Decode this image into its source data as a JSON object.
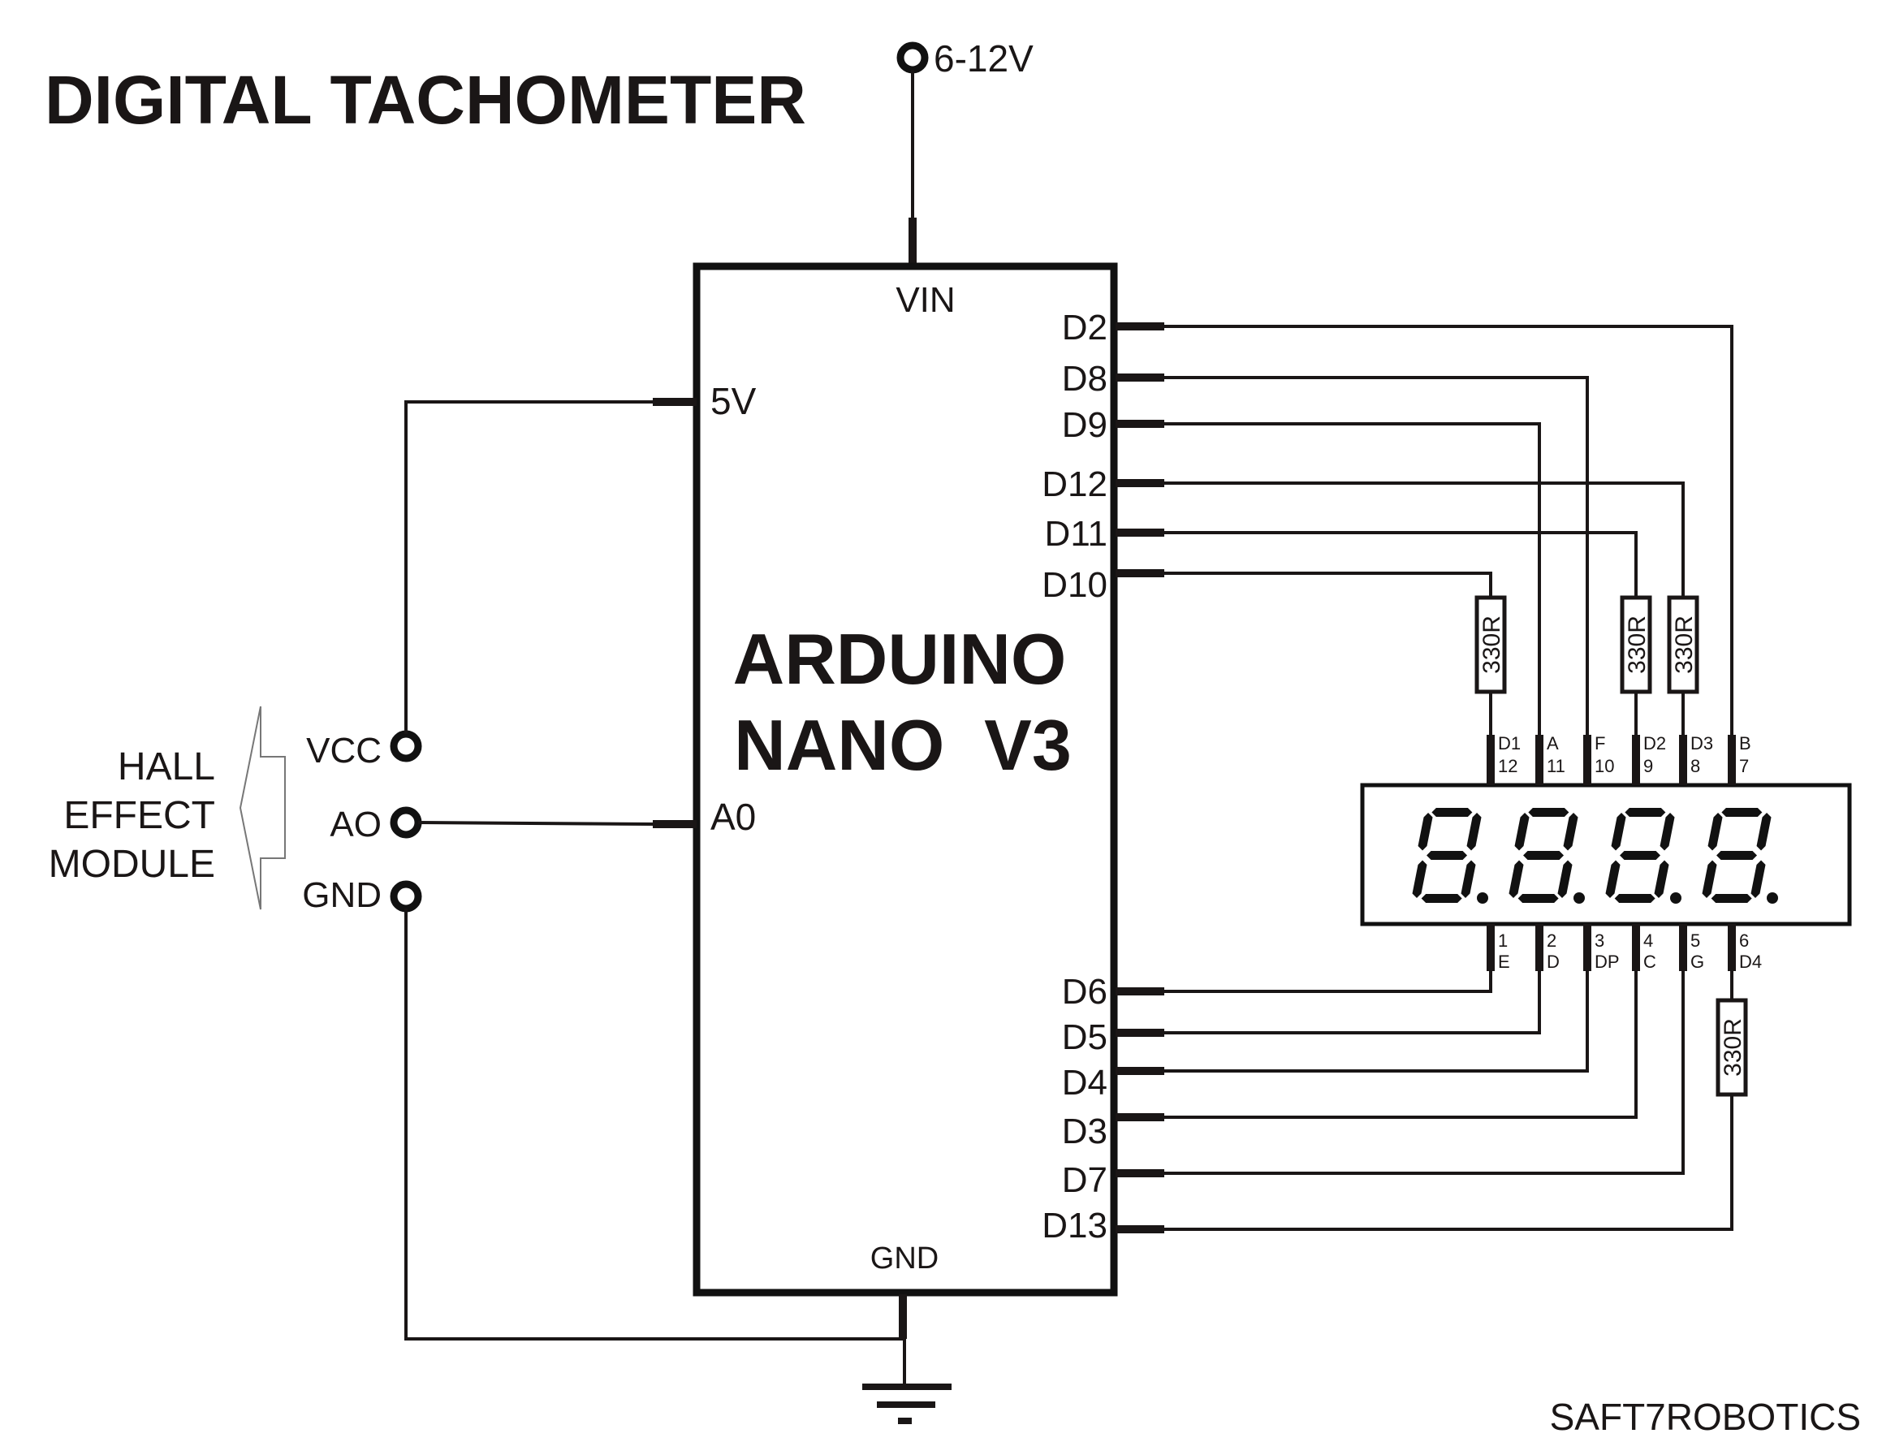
{
  "title": "DIGITAL TACHOMETER",
  "credit": "SAFT7ROBOTICS",
  "power_input": {
    "label": "6-12V"
  },
  "arduino": {
    "name_line1": "ARDUINO",
    "name_line2": "NANO  V3",
    "pins": {
      "vin": "VIN",
      "v5": "5V",
      "a0": "A0",
      "gnd": "GND",
      "right_top": [
        "D2",
        "D8",
        "D9",
        "D12",
        "D11",
        "D10"
      ],
      "right_bottom": [
        "D6",
        "D5",
        "D4",
        "D3",
        "D7",
        "D13"
      ]
    }
  },
  "hall_module": {
    "label_lines": [
      "HALL",
      "EFFECT",
      "MODULE"
    ],
    "pins": [
      "VCC",
      "AO",
      "GND"
    ]
  },
  "display": {
    "digits": 4,
    "top_pins": [
      {
        "name": "D1",
        "num": "12"
      },
      {
        "name": "A",
        "num": "11"
      },
      {
        "name": "F",
        "num": "10"
      },
      {
        "name": "D2",
        "num": "9"
      },
      {
        "name": "D3",
        "num": "8"
      },
      {
        "name": "B",
        "num": "7"
      }
    ],
    "bottom_pins": [
      {
        "num": "1",
        "name": "E"
      },
      {
        "num": "2",
        "name": "D"
      },
      {
        "num": "3",
        "name": "DP"
      },
      {
        "num": "4",
        "name": "C"
      },
      {
        "num": "5",
        "name": "G"
      },
      {
        "num": "6",
        "name": "D4"
      }
    ]
  },
  "resistors": [
    {
      "value": "330R",
      "between": [
        "D10",
        "D1"
      ]
    },
    {
      "value": "330R",
      "between": [
        "D11",
        "D2"
      ]
    },
    {
      "value": "330R",
      "between": [
        "D12",
        "D3"
      ]
    },
    {
      "value": "330R",
      "between": [
        "D13",
        "D4"
      ]
    }
  ],
  "connections": [
    [
      "D2",
      "B"
    ],
    [
      "D8",
      "F"
    ],
    [
      "D9",
      "A"
    ],
    [
      "D12",
      "D3"
    ],
    [
      "D11",
      "D2"
    ],
    [
      "D10",
      "D1"
    ],
    [
      "D6",
      "E"
    ],
    [
      "D5",
      "D"
    ],
    [
      "D4",
      "DP"
    ],
    [
      "D3",
      "C"
    ],
    [
      "D7",
      "G"
    ],
    [
      "D13",
      "D4"
    ],
    [
      "5V",
      "VCC"
    ],
    [
      "A0",
      "AO"
    ],
    [
      "GND",
      "GND"
    ],
    [
      "VIN",
      "6-12V"
    ]
  ]
}
